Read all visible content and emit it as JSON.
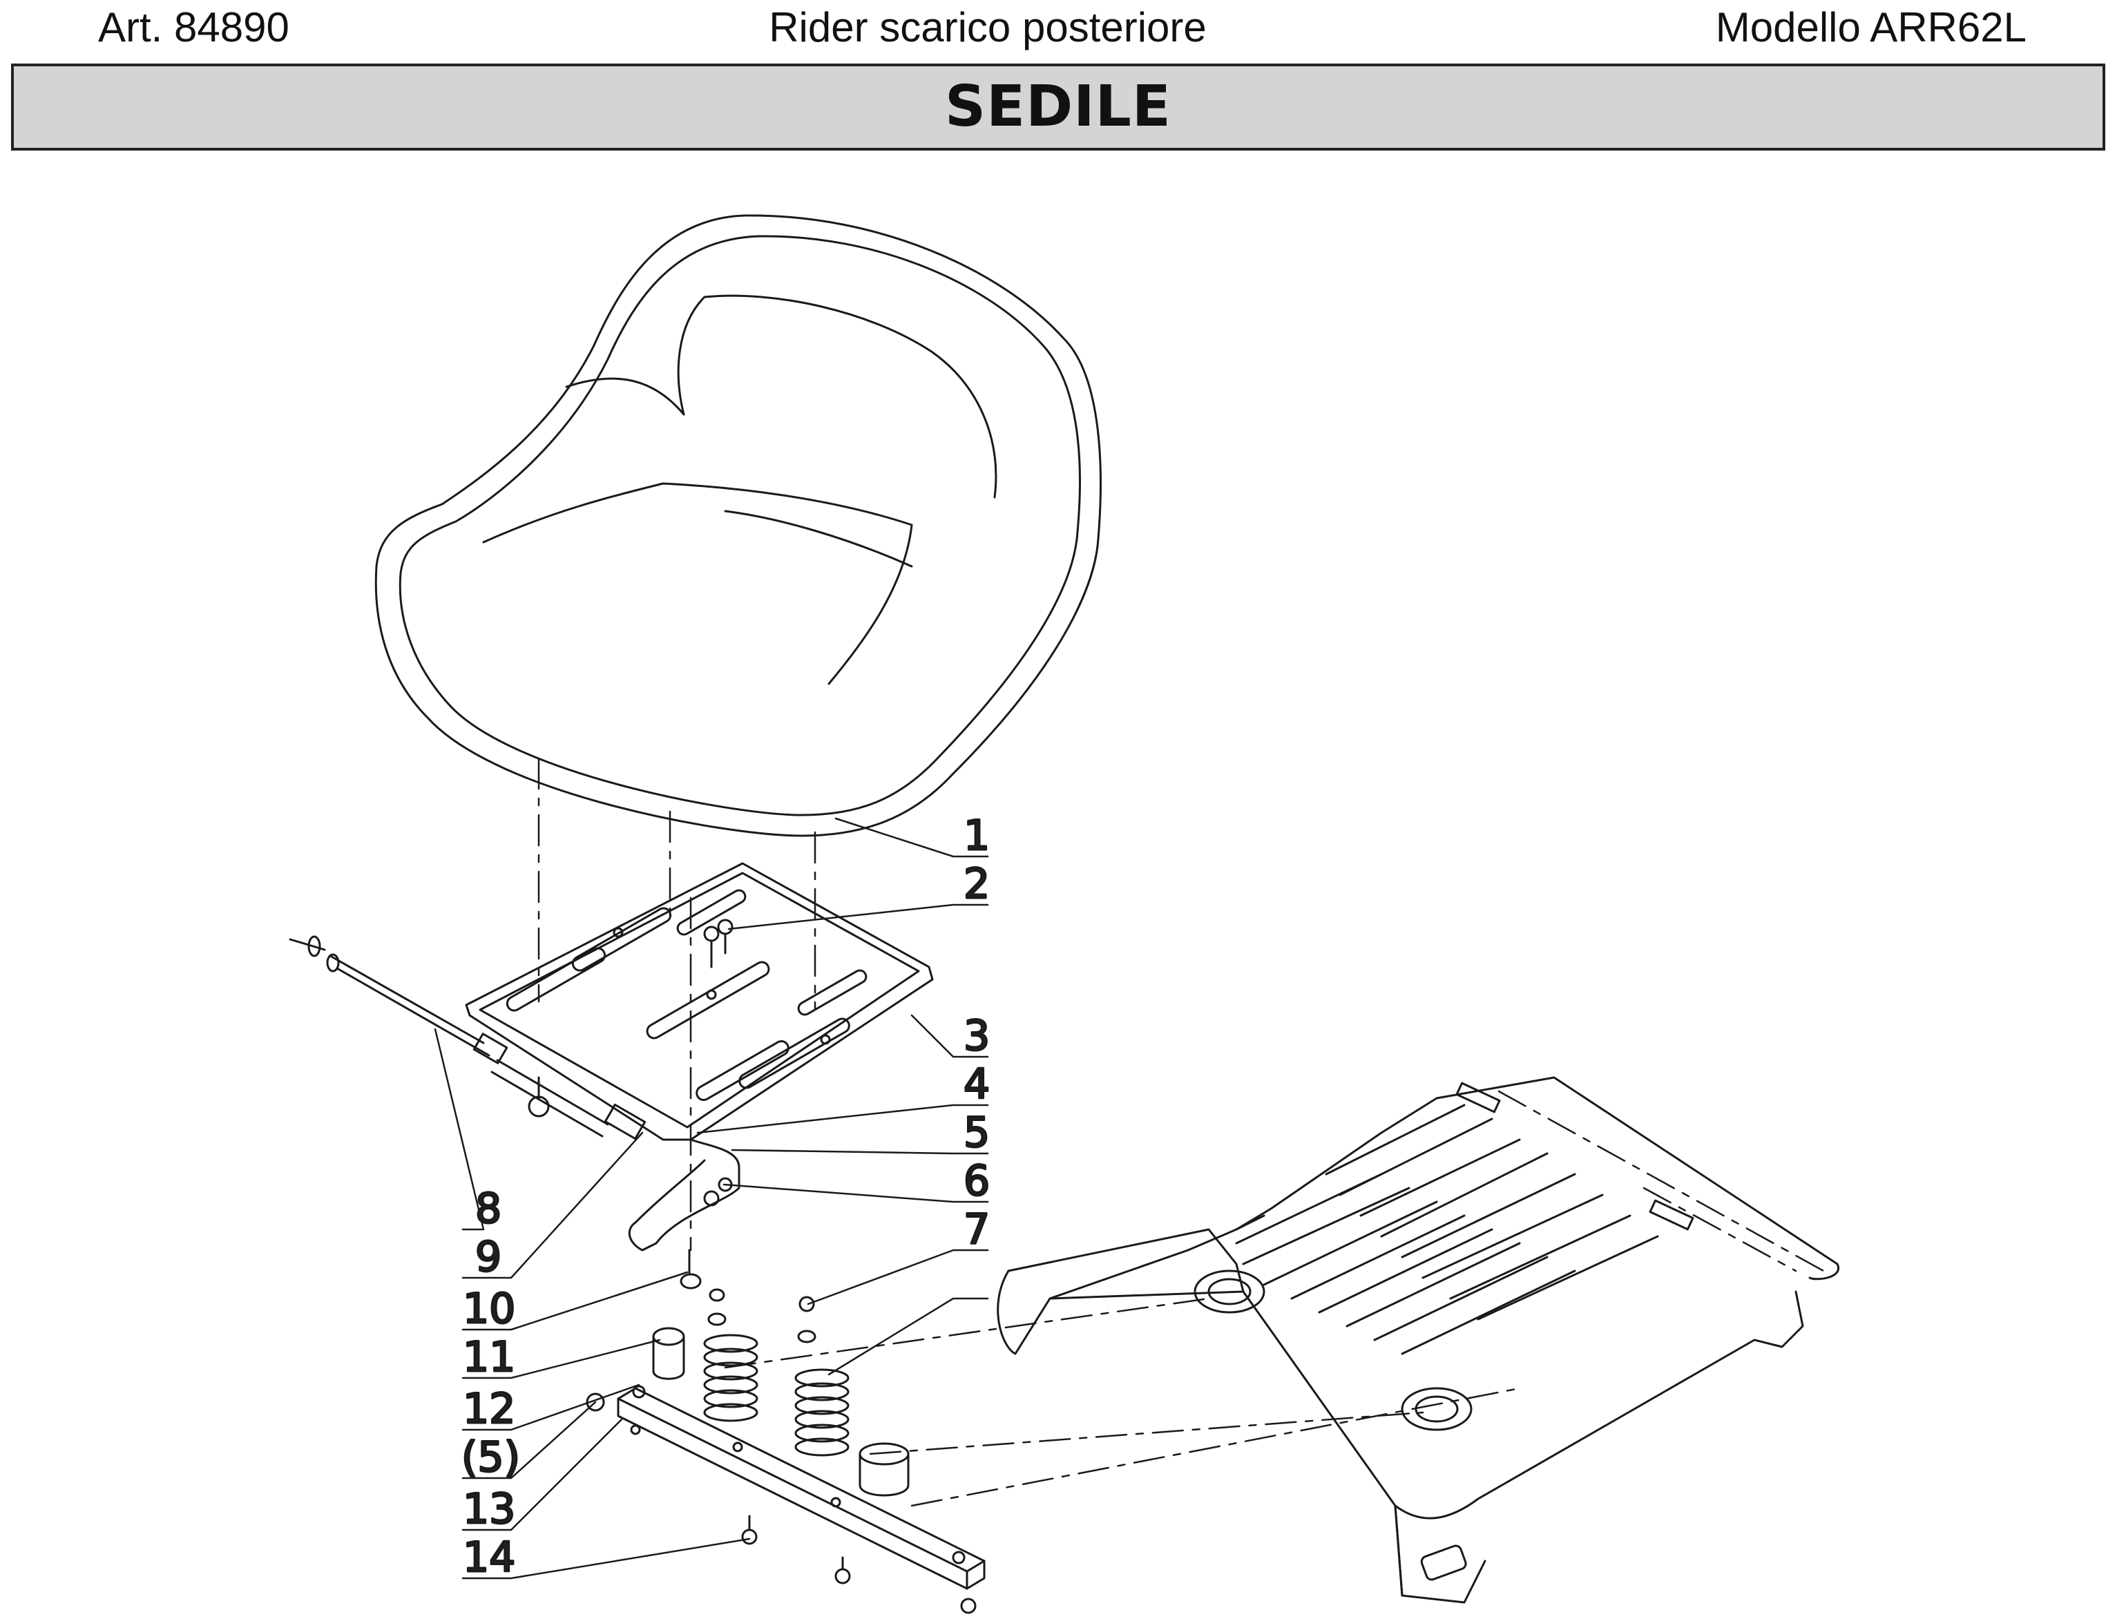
{
  "header": {
    "article": "Art. 84890",
    "product": "Rider scarico posteriore",
    "model": "Modello ARR62L"
  },
  "section_title": "SEDILE",
  "callouts": [
    "1",
    "2",
    "3",
    "4",
    "5",
    "6",
    "7",
    "8",
    "9",
    "10",
    "11",
    "12",
    "(5)",
    "13",
    "14"
  ]
}
